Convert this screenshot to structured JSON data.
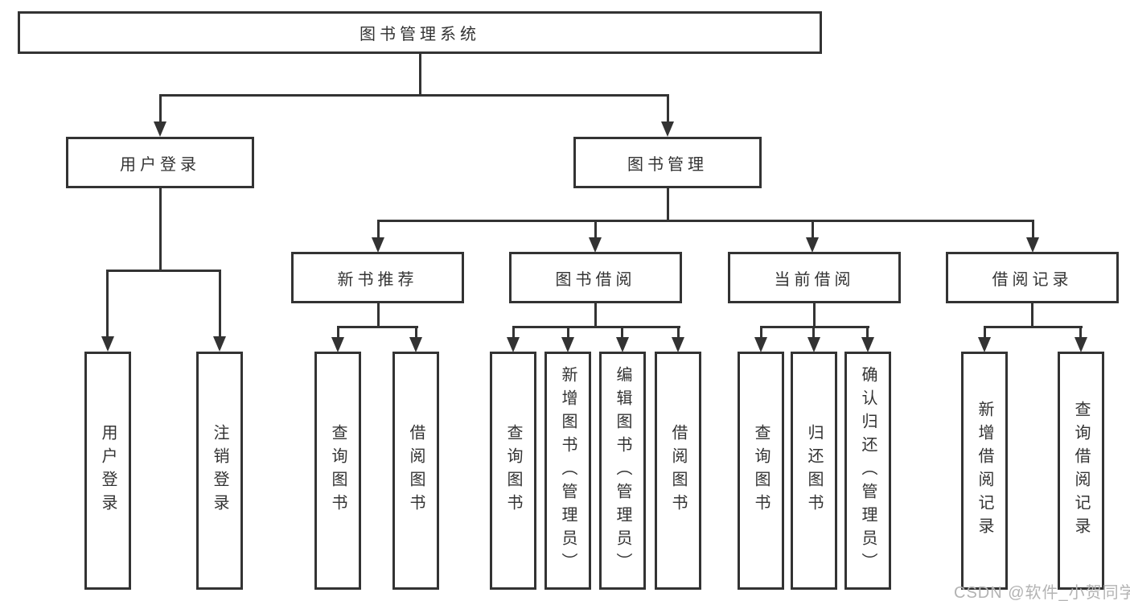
{
  "root": {
    "label": "图书管理系统"
  },
  "level2": {
    "user_login": {
      "label": "用户登录"
    },
    "book_mgmt": {
      "label": "图书管理"
    }
  },
  "level3": {
    "new_book": {
      "label": "新书推荐"
    },
    "borrow": {
      "label": "图书借阅"
    },
    "current": {
      "label": "当前借阅"
    },
    "records": {
      "label": "借阅记录"
    }
  },
  "level4": {
    "user_login": {
      "label": "用户登录"
    },
    "logout": {
      "label": "注销登录"
    },
    "nb_query": {
      "label": "查询图书"
    },
    "nb_borrow": {
      "label": "借阅图书"
    },
    "bb_query": {
      "label": "查询图书"
    },
    "bb_add": {
      "label": "新增图书（管理员）"
    },
    "bb_edit": {
      "label": "编辑图书（管理员）"
    },
    "bb_borrow": {
      "label": "借阅图书"
    },
    "cb_query": {
      "label": "查询图书"
    },
    "cb_return": {
      "label": "归还图书"
    },
    "cb_confirm": {
      "label": "确认归还（管理员）"
    },
    "br_add": {
      "label": "新增借阅记录"
    },
    "br_query": {
      "label": "查询借阅记录"
    }
  },
  "watermark": {
    "text": "CSDN @软件_小贺同学"
  },
  "colors": {
    "line": "#333333",
    "text": "#333333",
    "background": "#ffffff",
    "watermark": "#b3b3b3"
  }
}
